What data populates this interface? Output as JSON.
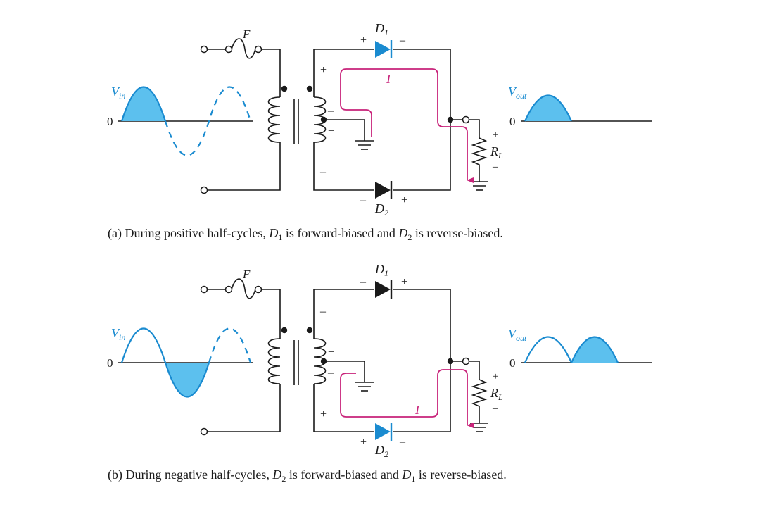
{
  "colors": {
    "wire": "#1a1a1a",
    "accent_blue": "#1a8bd0",
    "fill_blue": "#5cc0ee",
    "current_magenta": "#c8237a"
  },
  "labels": {
    "fuse": "F",
    "vin": "V",
    "vin_sub": "in",
    "vout": "V",
    "vout_sub": "out",
    "zero": "0",
    "d": "D",
    "d1_sub": "1",
    "d2_sub": "2",
    "rl": "R",
    "rl_sub": "L",
    "current": "I",
    "plus": "+",
    "minus": "–"
  },
  "captions": {
    "a": {
      "part1": "(a) During positive half-cycles, ",
      "d": "D",
      "sub1": "1",
      "part2": " is forward-biased and ",
      "sub2": "2",
      "part3": " is reverse-biased."
    },
    "b": {
      "part1": "(b) During negative half-cycles, ",
      "d": "D",
      "sub1": "2",
      "part2": " is forward-biased and ",
      "sub2": "1",
      "part3": " is reverse-biased."
    }
  }
}
